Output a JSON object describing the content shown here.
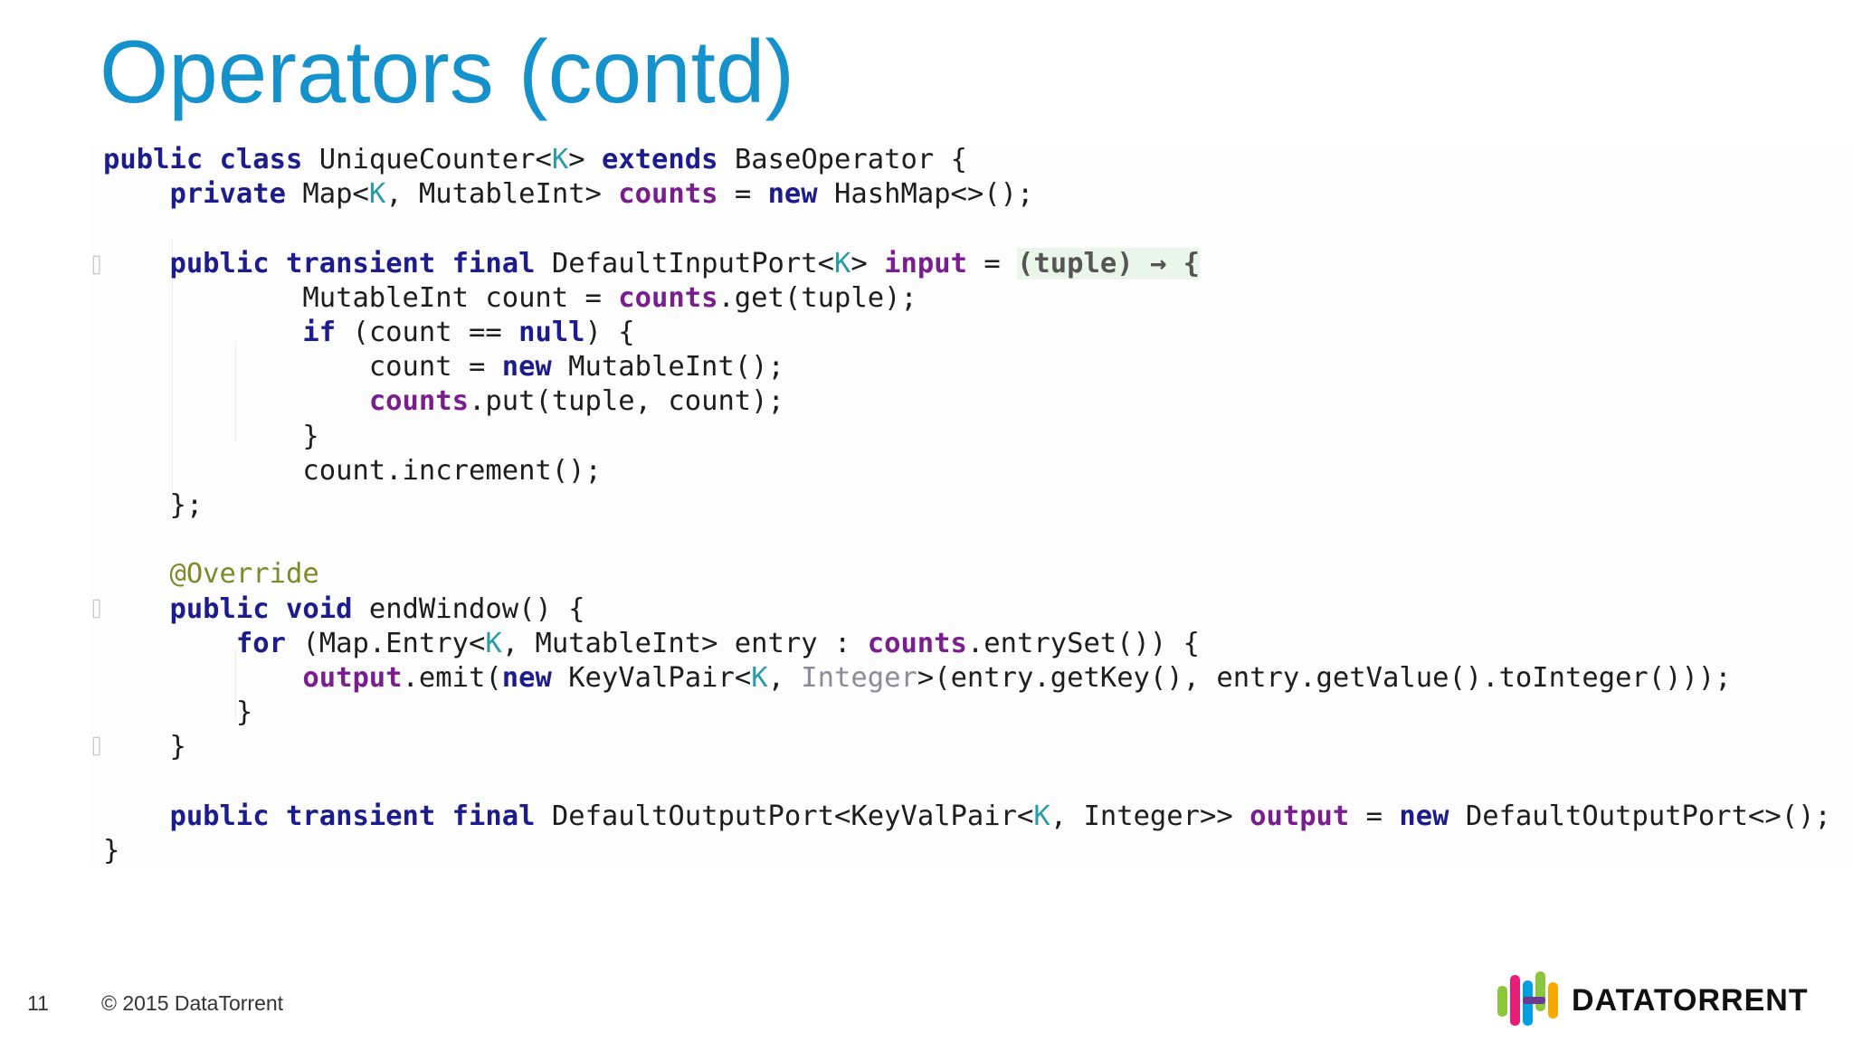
{
  "slide": {
    "title": "Operators (contd)",
    "page_number": "11",
    "copyright": "© 2015 DataTorrent",
    "logo_text": "DATATORRENT"
  },
  "code": {
    "lines": [
      [
        "public class UniqueCounter<K> extends BaseOperator {"
      ],
      [
        "    private Map<K, MutableInt> counts = new HashMap<>();"
      ],
      [
        ""
      ],
      [
        "    public transient final DefaultInputPort<K> input = (tuple) → {"
      ],
      [
        "            MutableInt count = counts.get(tuple);"
      ],
      [
        "            if (count == null) {"
      ],
      [
        "                count = new MutableInt();"
      ],
      [
        "                counts.put(tuple, count);"
      ],
      [
        "            }"
      ],
      [
        "            count.increment();"
      ],
      [
        "    };"
      ],
      [
        ""
      ],
      [
        "    @Override"
      ],
      [
        "    public void endWindow() {"
      ],
      [
        "        for (Map.Entry<K, MutableInt> entry : counts.entrySet()) {"
      ],
      [
        "            output.emit(new KeyValPair<K, Integer>(entry.getKey(), entry.getValue().toInteger()));"
      ],
      [
        "        }"
      ],
      [
        "    }"
      ],
      [
        ""
      ],
      [
        "    public transient final DefaultOutputPort<KeyValPair<K, Integer>> output = new DefaultOutputPort<>();"
      ],
      [
        "}"
      ]
    ],
    "tokens": {
      "l0": [
        "public",
        " ",
        "class",
        " UniqueCounter<",
        "K",
        "> ",
        "extends",
        " BaseOperator {"
      ],
      "l1": [
        "    ",
        "private",
        " Map<",
        "K",
        ", MutableInt> ",
        "counts",
        " = ",
        "new",
        " HashMap<>();"
      ],
      "l3": [
        "    ",
        "public",
        " ",
        "transient",
        " ",
        "final",
        " DefaultInputPort<",
        "K",
        "> ",
        "input",
        " = ",
        "(tuple) → {"
      ],
      "l4": [
        "            MutableInt count = ",
        "counts",
        ".get(tuple);"
      ],
      "l5": [
        "            ",
        "if",
        " (count == ",
        "null",
        ") {"
      ],
      "l6": [
        "                count = ",
        "new",
        " MutableInt();"
      ],
      "l7": [
        "                ",
        "counts",
        ".put(tuple, count);"
      ],
      "l8": [
        "            }"
      ],
      "l9": [
        "            count.increment();"
      ],
      "l10": [
        "    };"
      ],
      "l12": [
        "    ",
        "@Override"
      ],
      "l13": [
        "    ",
        "public",
        " ",
        "void",
        " endWindow() {"
      ],
      "l14": [
        "        ",
        "for",
        " (Map.Entry<",
        "K",
        ", MutableInt> entry : ",
        "counts",
        ".entrySet()) {"
      ],
      "l15": [
        "            ",
        "output",
        ".emit(",
        "new",
        " KeyValPair<",
        "K",
        ", ",
        "Integer",
        ">(entry.getKey(), entry.getValue().toInteger()));"
      ],
      "l16": [
        "        }"
      ],
      "l17": [
        "    }"
      ],
      "l19": [
        "    ",
        "public",
        " ",
        "transient",
        " ",
        "final",
        " DefaultOutputPort<KeyValPair<",
        "K",
        ", Integer>> ",
        "output",
        " = ",
        "new",
        " DefaultOutputPort<>();"
      ],
      "l20": [
        "}"
      ]
    }
  },
  "colors": {
    "title": "#1592cc",
    "keyword": "#1c1c8c",
    "field": "#7a1e8e",
    "type_param": "#2a9ca6",
    "annotation": "#7d8a2a"
  }
}
